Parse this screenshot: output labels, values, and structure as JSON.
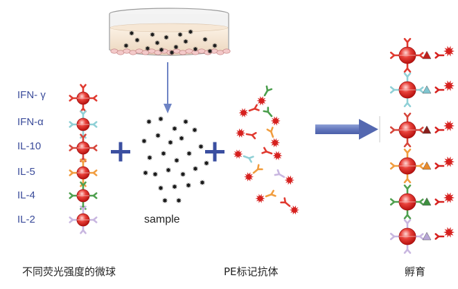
{
  "beads": {
    "labels": [
      "IFN- γ",
      "IFN-α",
      "IL-10",
      "IL-5",
      "IL-4",
      "IL-2"
    ],
    "antibody_colors": [
      "#e0392f",
      "#8fd0d6",
      "#d6453a",
      "#f19d3f",
      "#4fa04f",
      "#c8b6e0"
    ]
  },
  "sample_label": "sample",
  "captions": {
    "beads": "不同荧光强度的微球",
    "pe_antibody": "PE标记抗体",
    "incubate": "孵育"
  },
  "colors": {
    "label_text": "#3a4b9a",
    "plus": "#3b4fa0",
    "arrow": "#6d83c4",
    "bead_red": "#d8241f",
    "pe_red": "#d6201e"
  }
}
